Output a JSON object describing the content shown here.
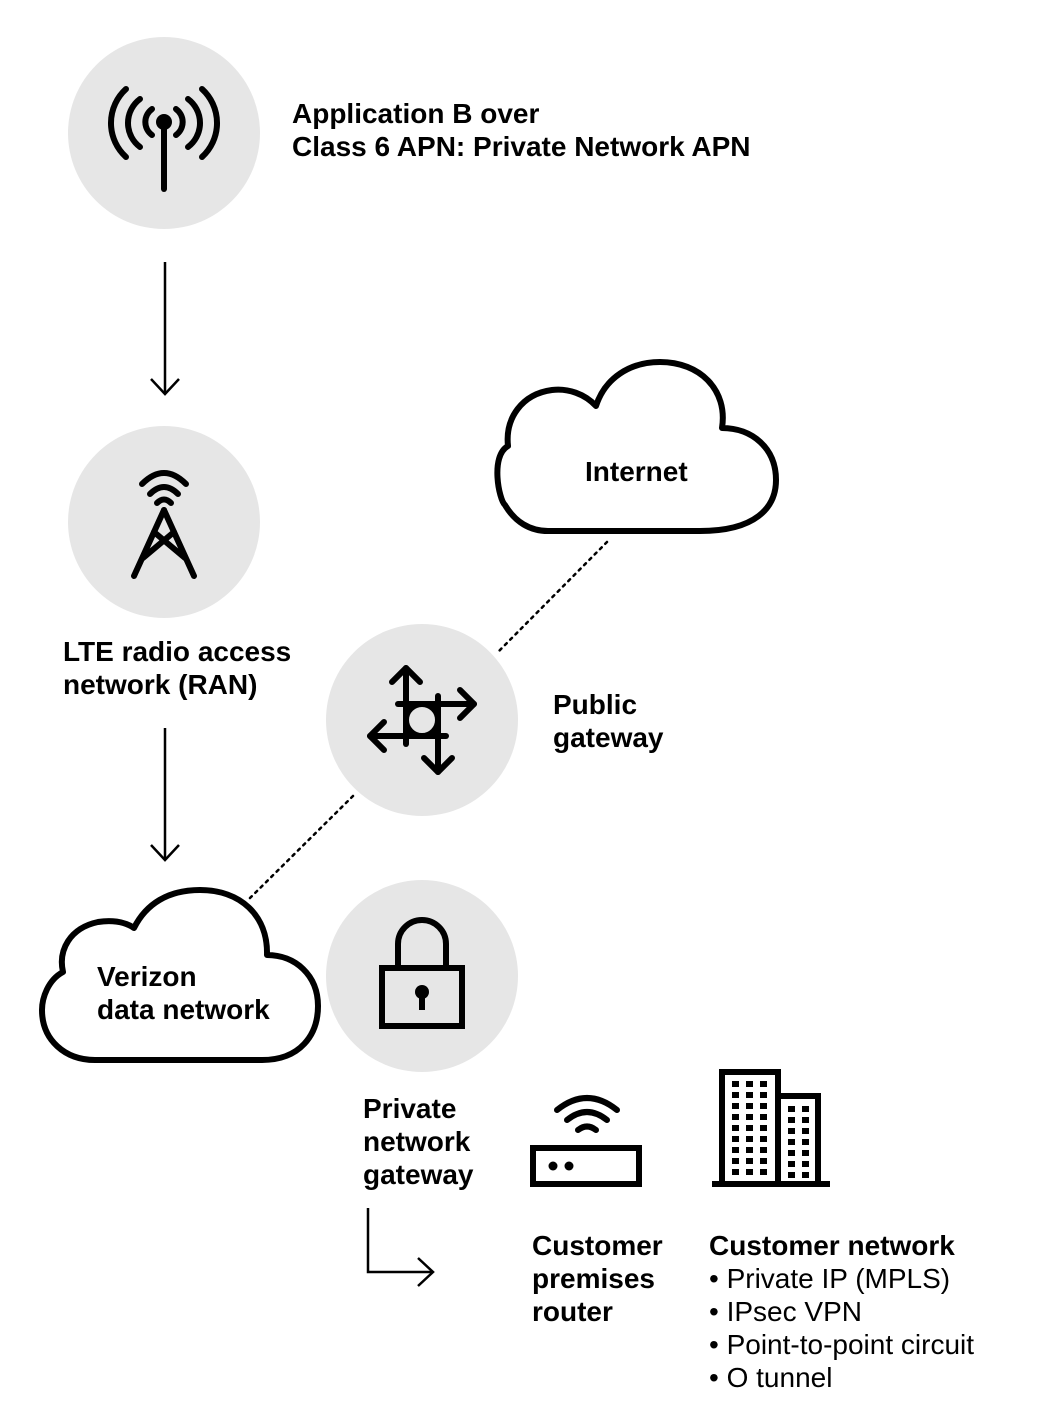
{
  "header": {
    "line1": "Application B over",
    "line2": "Class 6 APN: Private Network APN"
  },
  "nodes": {
    "ran": {
      "line1": "LTE radio access",
      "line2": "network (RAN)"
    },
    "internet": {
      "label": "Internet"
    },
    "public_gateway": {
      "line1": "Public",
      "line2": "gateway"
    },
    "verizon": {
      "line1": "Verizon",
      "line2": "data network"
    },
    "private_gateway": {
      "line1": "Private",
      "line2": "network",
      "line3": "gateway"
    },
    "router": {
      "line1": "Customer",
      "line2": "premises",
      "line3": "router"
    },
    "customer_network": {
      "title": "Customer network",
      "items": [
        "• Private IP (MPLS)",
        "• IPsec VPN",
        "• Point-to-point circuit",
        "• O tunnel"
      ]
    }
  },
  "icons": {
    "antenna": "antenna-icon",
    "tower": "cell-tower-icon",
    "gateway": "routing-arrows-icon",
    "lock": "lock-icon",
    "router": "wifi-router-icon",
    "building": "office-building-icon"
  },
  "colors": {
    "circle_fill": "#e6e6e6",
    "stroke": "#000000"
  }
}
